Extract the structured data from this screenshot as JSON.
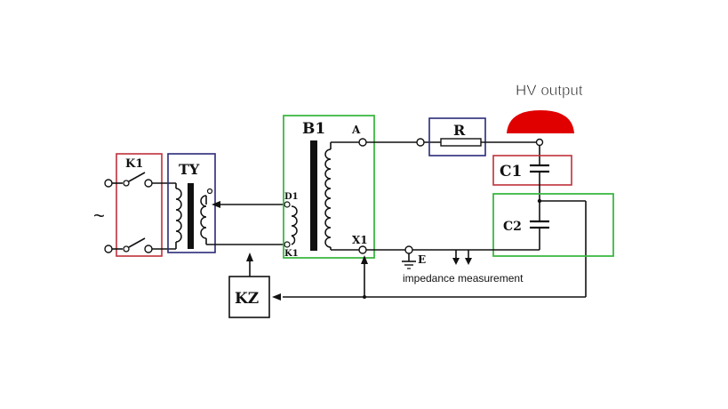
{
  "labels": {
    "k1": "K1",
    "ty": "TY",
    "b1": "B1",
    "a": "A",
    "x1": "X1",
    "d1": "D1",
    "k1_small": "K1",
    "r": "R",
    "c1": "C1",
    "c2": "C2",
    "e": "E",
    "kz": "KZ",
    "hv_output": "HV output",
    "impedance": "impedance measurement",
    "ac": "~"
  },
  "colors": {
    "red_box": "#c0303a",
    "navy_box": "#2a2a7a",
    "green_box": "#3cb843",
    "hv_electrode": "#e00000",
    "wire": "#111111"
  }
}
